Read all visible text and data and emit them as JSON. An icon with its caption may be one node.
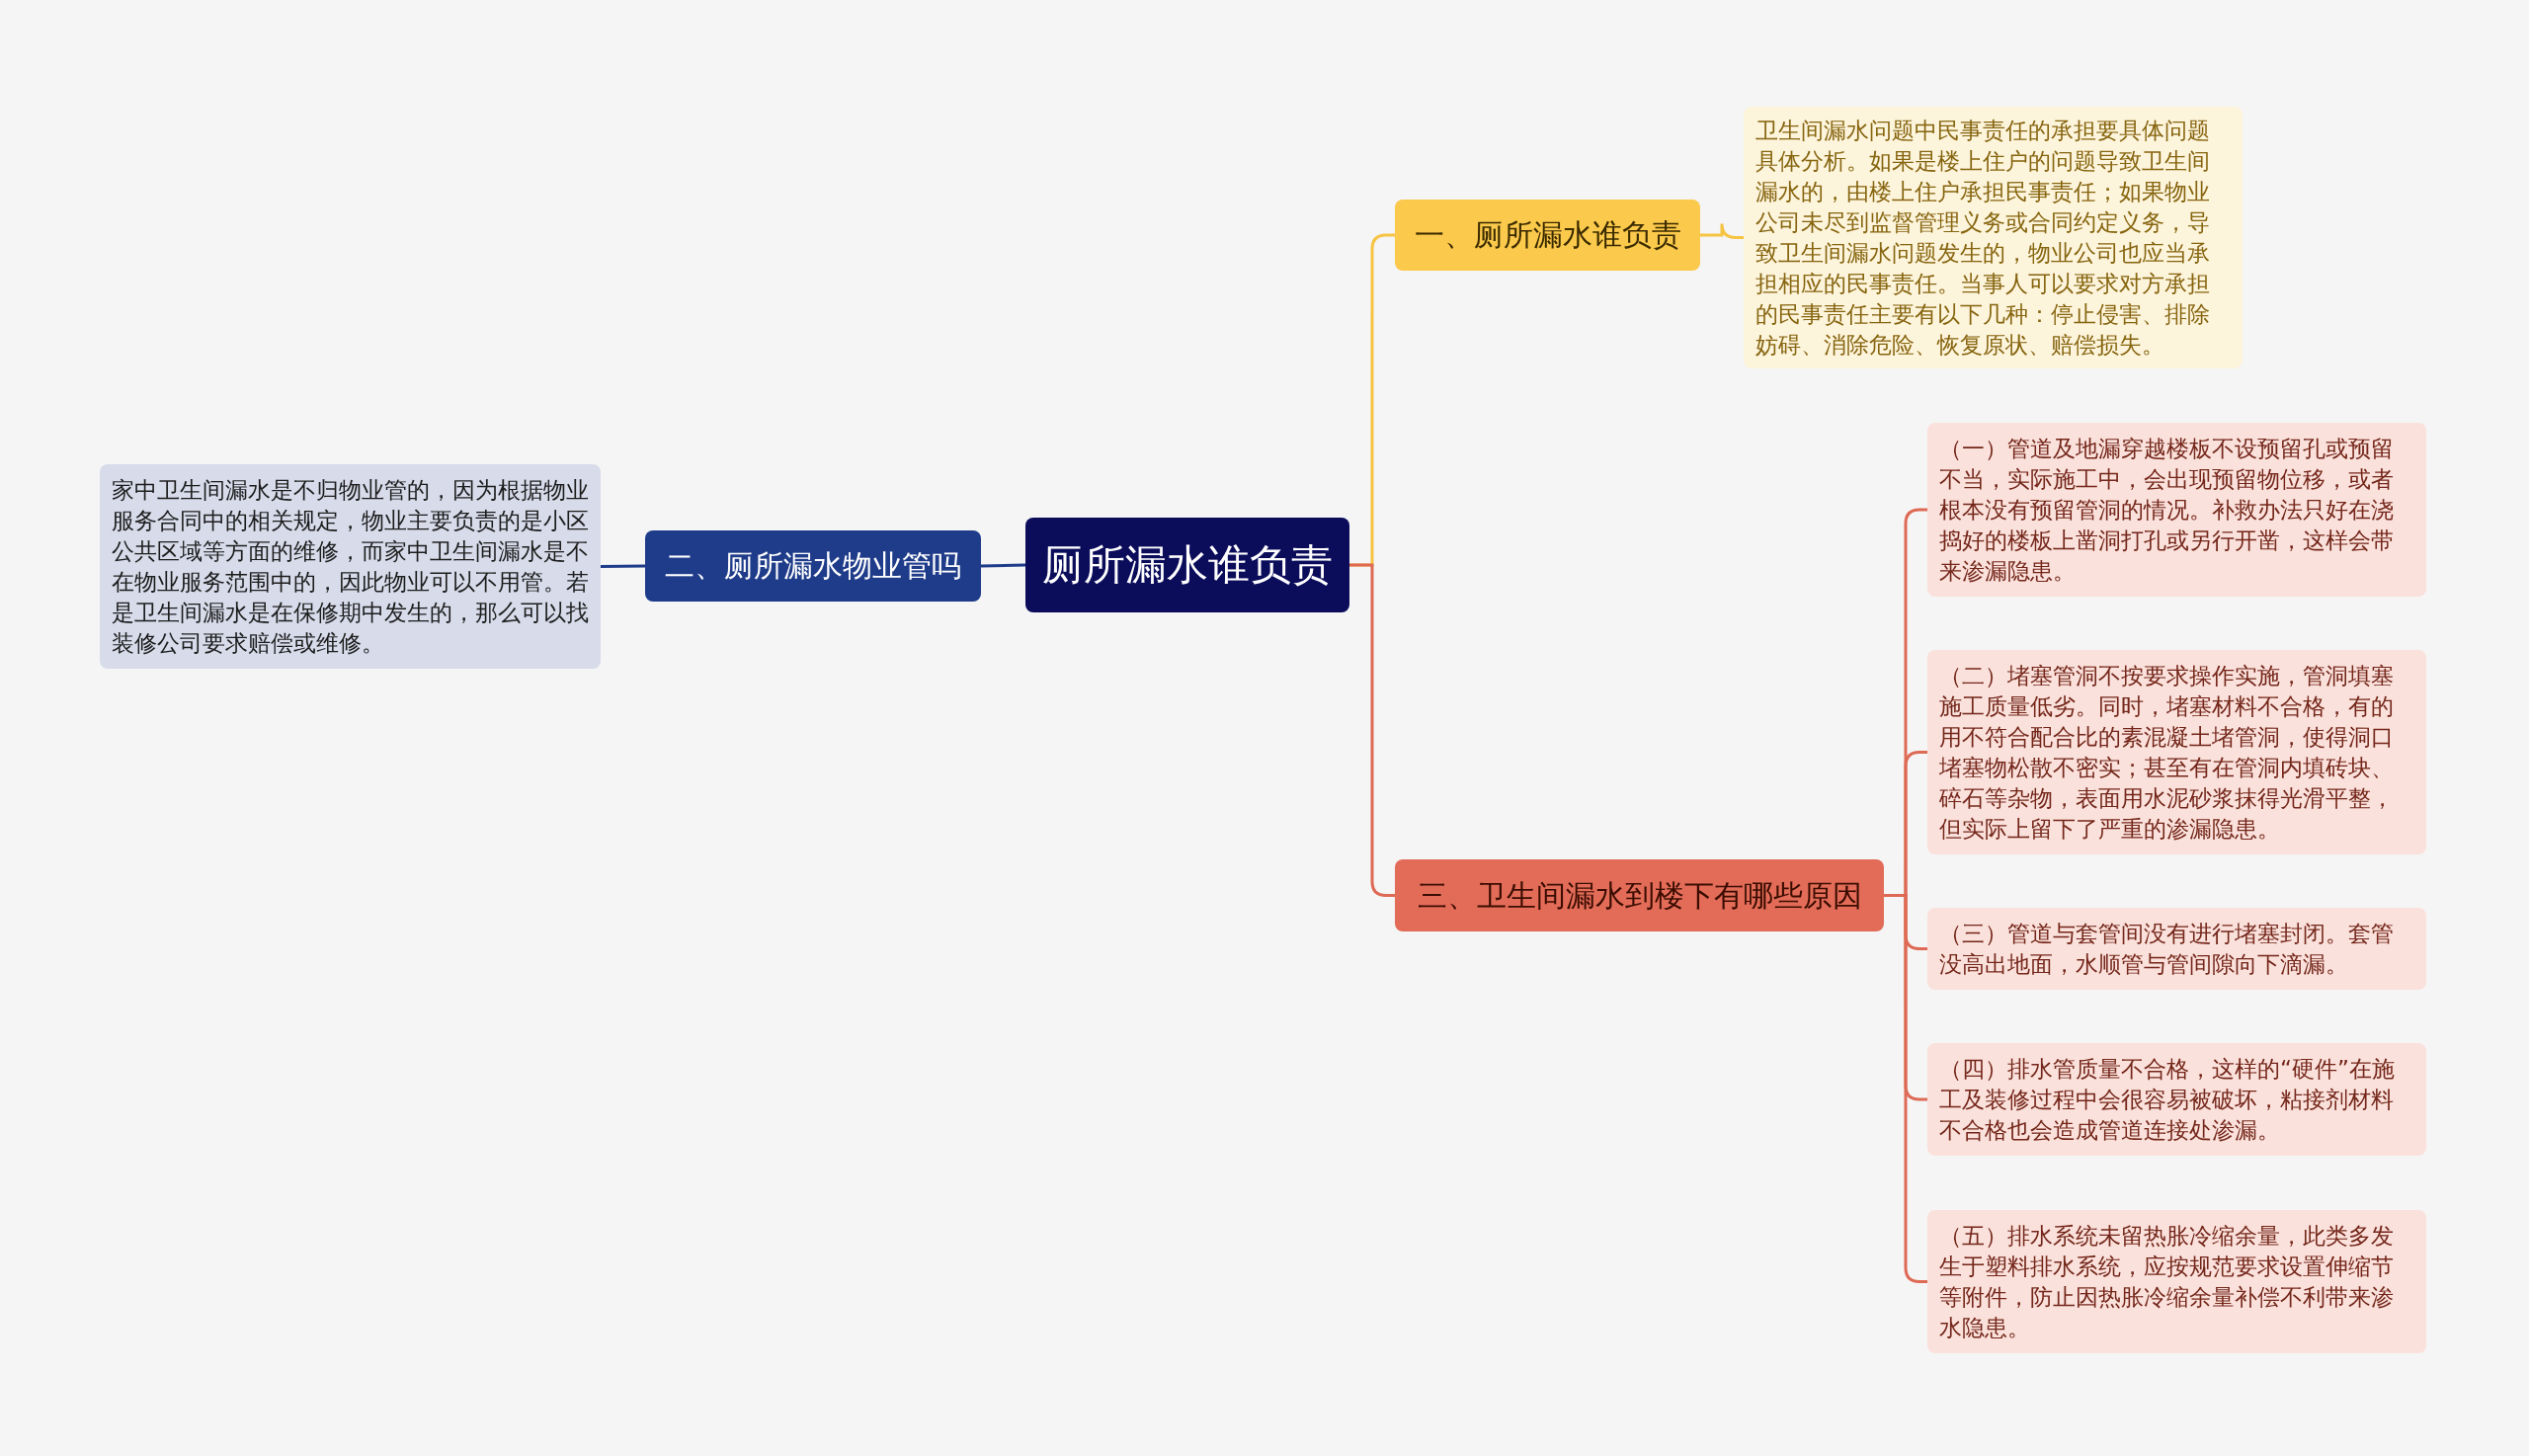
{
  "diagram": {
    "nodes": [
      {
        "text": [
          "厕所漏水谁负责"
        ]
      },
      {
        "text": [
          "一、厕所漏水谁负责"
        ]
      },
      {
        "text": [
          "卫生间漏水问题中民事责任的承担要具体问题具体分析。如果是楼上住户的问题导致卫生间漏水的，由楼上住户承担民事责任；如果物业公司未尽到监督管理义务或合同约定义务，导致卫生间漏水问题发生的，物业公司也应当承担相应的民事责任。当事人可以要求对方承担的民事责任主要有以下几种：停止侵害、排除妨碍、消除危险、恢复原状、赔偿损失。"
        ]
      },
      {
        "text": [
          "二、厕所漏水物业管吗"
        ]
      },
      {
        "text": [
          "家中卫生间漏水是不归物业管的，因为根据物业服务合同中的相关规定，物业主要负责的是小区公共区域等方面的维修，而家中卫生间漏水是不在物业服务范围中的，因此物业可以不用管。若是卫生间漏水是在保修期中发生的，那么可以找装修公司要求赔偿或维修。"
        ]
      },
      {
        "text": [
          "三、卫生间漏水到楼下有哪些原因"
        ]
      },
      {
        "text": [
          "（一）管道及地漏穿越楼板不设预留孔或预留不当，实际施工中，会出现预留物位移，或者根本没有预留管洞的情况。补救办法只好在浇捣好的楼板上凿洞打孔或另行开凿，这样会带来渗漏隐患。"
        ]
      },
      {
        "text": [
          "（二）堵塞管洞不按要求操作实施，管洞填塞施工质量低劣。同时，堵塞材料不合格，有的用不符合配合比的素混凝土堵管洞，使得洞口堵塞物松散不密实；甚至有在管洞内填砖块、碎石等杂物，表面用水泥砂浆抹得光滑平整，但实际上留下了严重的渗漏隐患。"
        ]
      },
      {
        "text": [
          "（三）管道与套管间没有进行堵塞封闭。套管没高出地面，水顺管与管间隙向下滴漏。"
        ]
      },
      {
        "text": [
          "（四）排水管质量不合格，这样的“硬件”在施工及装修过程中会很容易被破坏，粘接剂材料不合格也会造成管道连接处渗漏。"
        ]
      },
      {
        "text": [
          "（五）排水系统未留热胀冷缩余量，此类多发生于塑料排水系统，应按规范要求设置伸缩节等附件，防止因热胀冷缩余量补偿不利带来渗水隐患。"
        ]
      }
    ],
    "edges": [
      {
        "from": 0,
        "to": 1,
        "arrow": "none",
        "color": "#f6c343"
      },
      {
        "from": 1,
        "to": 2,
        "arrow": "none",
        "color": "#f6c343"
      },
      {
        "from": 0,
        "to": 3,
        "arrow": "none",
        "color": "#1f3c8a"
      },
      {
        "from": 3,
        "to": 4,
        "arrow": "none",
        "color": "#1f3c8a"
      },
      {
        "from": 0,
        "to": 5,
        "arrow": "none",
        "color": "#de6a55"
      },
      {
        "from": 5,
        "to": 6,
        "arrow": "none",
        "color": "#de6a55"
      },
      {
        "from": 5,
        "to": 7,
        "arrow": "none",
        "color": "#de6a55"
      },
      {
        "from": 5,
        "to": 8,
        "arrow": "none",
        "color": "#de6a55"
      },
      {
        "from": 5,
        "to": 9,
        "arrow": "none",
        "color": "#de6a55"
      },
      {
        "from": 5,
        "to": 10,
        "arrow": "none",
        "color": "#de6a55"
      }
    ]
  }
}
